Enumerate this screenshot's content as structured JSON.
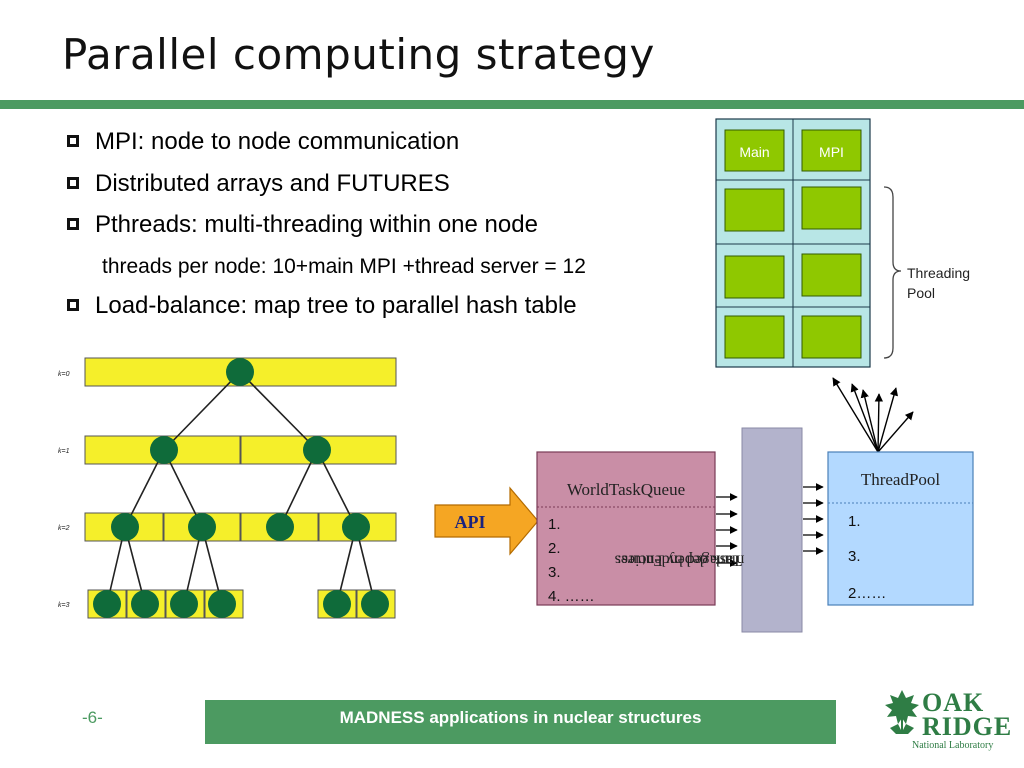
{
  "slide": {
    "title": "Parallel computing strategy",
    "bullets": [
      "MPI: node to node communication",
      "Distributed arrays and FUTURES",
      "Pthreads: multi-threading within one node",
      "Load-balance: map tree to parallel hash table"
    ],
    "sub_bullet": "threads per node: 10+main MPI +thread server = 12"
  },
  "node_grid": {
    "main_label": "Main",
    "mpi_label": "MPI",
    "brace_label": [
      "Threading",
      "Pool"
    ]
  },
  "tree": {
    "levels": [
      "k=0",
      "k=1",
      "k=2",
      "k=3"
    ]
  },
  "api": {
    "label": "API"
  },
  "world_task_queue": {
    "title": "WorldTaskQueue",
    "items": [
      "1.",
      "2.",
      "3.",
      "4. ……"
    ]
  },
  "task_dependencies": {
    "line1": "Task dependencies:",
    "line2": "managed by Futures"
  },
  "thread_pool": {
    "title": "ThreadPool",
    "items": [
      "1.",
      "3.",
      "2……"
    ]
  },
  "footer": {
    "page": "-6-",
    "text": "MADNESS applications in nuclear structures"
  },
  "logo": {
    "line1": "OAK",
    "line2": "RIDGE",
    "line3": "National Laboratory"
  },
  "colors": {
    "accent_green": "#4c9a61",
    "node_green": "#8fc800",
    "grid_bg": "#b8e6e6",
    "queue_bg": "#c98ea6",
    "deps_bg": "#b3b3cc",
    "pool_bg": "#b3d9ff",
    "api_orange": "#f5a623",
    "tree_yellow": "#f5ef2a",
    "tree_node": "#0f6b3a"
  }
}
